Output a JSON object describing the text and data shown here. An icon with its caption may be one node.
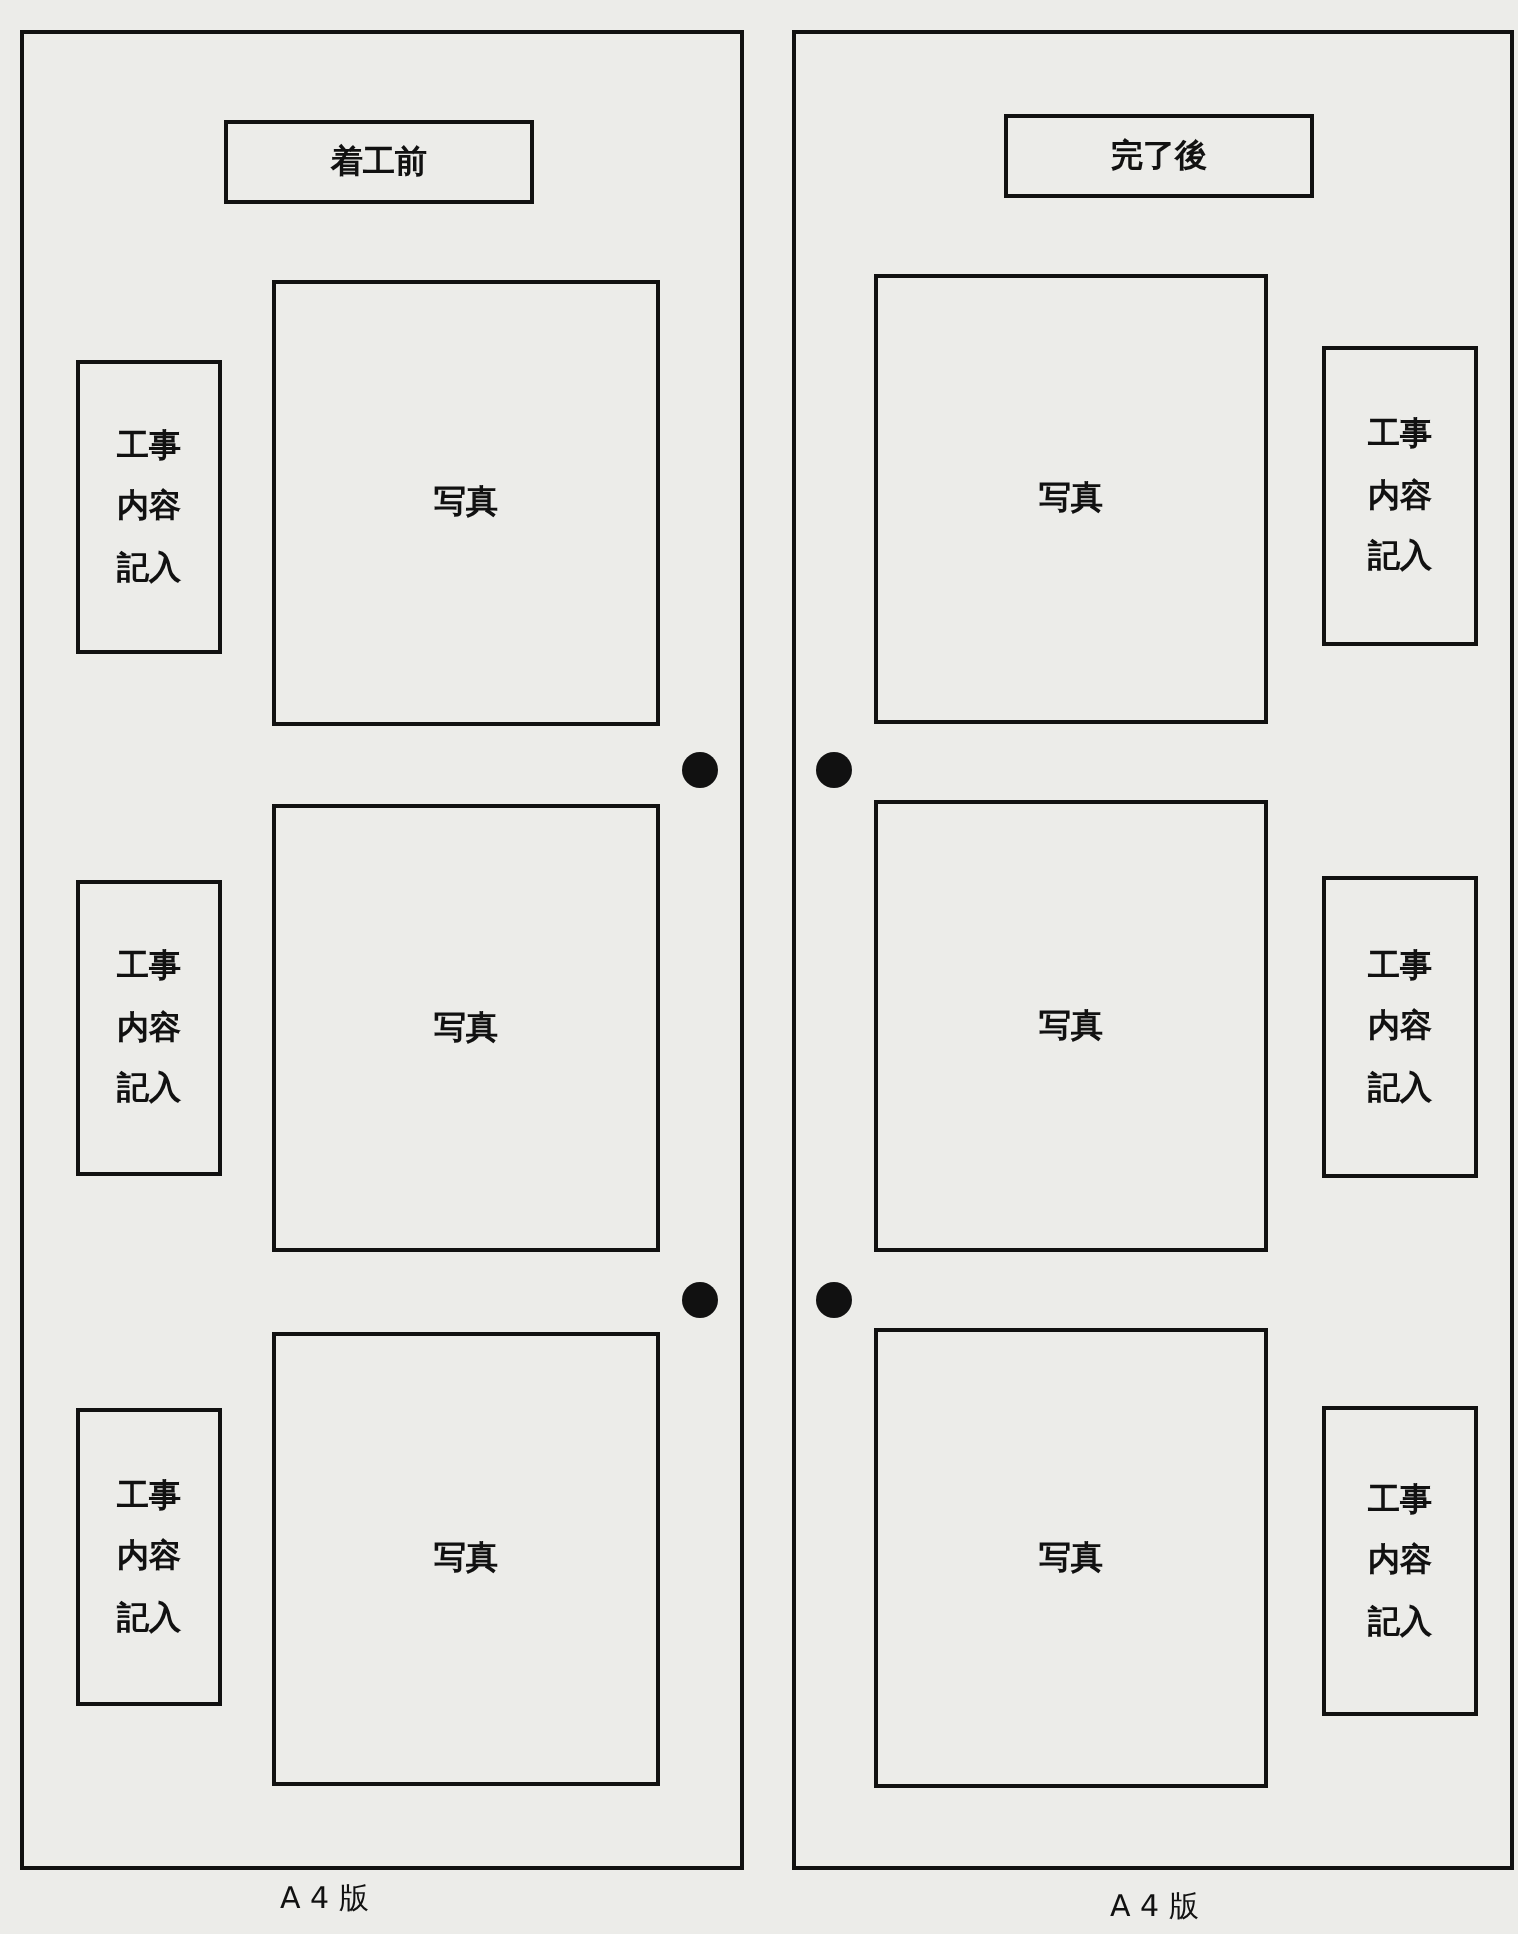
{
  "diagram": {
    "nodes": [
      {
        "text": [],
        "shape": "box",
        "beside": [
          "A 4 版"
        ]
      },
      {
        "text": [
          "着工前"
        ],
        "in": 0
      },
      {
        "text": [
          "写真"
        ],
        "in": 0
      },
      {
        "text": [
          "工事内容記入"
        ],
        "in": 0
      },
      {
        "text": [
          "写真"
        ],
        "in": 0
      },
      {
        "text": [
          "工事内容記入"
        ],
        "in": 0
      },
      {
        "text": [
          "写真"
        ],
        "in": 0
      },
      {
        "text": [
          "工事内容記入"
        ],
        "in": 0
      },
      {
        "text": [],
        "shape": "box",
        "beside": [
          "A 4 版"
        ]
      },
      {
        "text": [
          "完了後"
        ],
        "in": 8
      },
      {
        "text": [
          "写真"
        ],
        "in": 8
      },
      {
        "text": [
          "工事内容記入"
        ],
        "in": 8
      },
      {
        "text": [
          "写真"
        ],
        "in": 8
      },
      {
        "text": [
          "工事内容記入"
        ],
        "in": 8
      },
      {
        "text": [
          "写真"
        ],
        "in": 8
      },
      {
        "text": [
          "工事内容記入"
        ],
        "in": 8
      }
    ]
  }
}
